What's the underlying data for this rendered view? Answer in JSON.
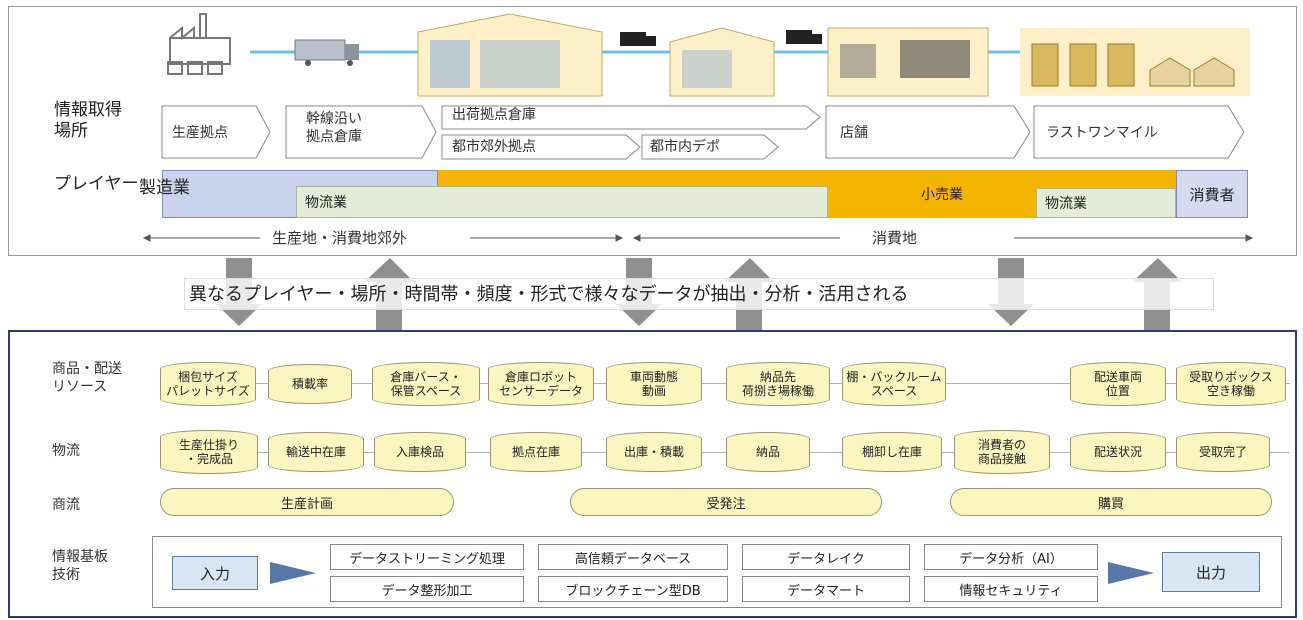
{
  "top": {
    "info_label": [
      "情報取得",
      "場所"
    ],
    "player_label": "プレイヤー",
    "locations": {
      "production": "生産拠点",
      "trunk": [
        "幹線沿い",
        "拠点倉庫"
      ],
      "shipping": "出荷拠点倉庫",
      "suburb": "都市郊外拠点",
      "urban": "都市内デポ",
      "store": "店舗",
      "lastmile": "ラストワンマイル"
    },
    "players": {
      "manufacturing": "製造業",
      "logistics1": "物流業",
      "retail": "小売業",
      "logistics2": "物流業",
      "consumer": "消費者"
    },
    "regions": {
      "production_area": "生産地・消費地郊外",
      "consumption_area": "消費地"
    }
  },
  "middle_caption": "異なるプレイヤー・場所・時間帯・頻度・形式で様々なデータが抽出・分析・活用される",
  "bottom": {
    "row_labels": {
      "goods": [
        "商品・配送",
        "リソース"
      ],
      "logistics": "物流",
      "commerce": "商流",
      "infra": [
        "情報基板",
        "技術"
      ]
    },
    "goods_items": [
      [
        "梱包サイズ",
        "パレットサイズ"
      ],
      [
        "積載率"
      ],
      [
        "倉庫バース・",
        "保管スペース"
      ],
      [
        "倉庫ロボット",
        "センサーデータ"
      ],
      [
        "車両動態",
        "動画"
      ],
      [
        "納品先",
        "荷捌き場稼働"
      ],
      [
        "棚・バックルーム",
        "スペース"
      ],
      [
        "配送車両",
        "位置"
      ],
      [
        "受取りボックス",
        "空き稼働"
      ]
    ],
    "logistics_items": [
      [
        "生産仕掛り",
        "・完成品"
      ],
      [
        "輸送中在庫"
      ],
      [
        "入庫検品"
      ],
      [
        "拠点在庫"
      ],
      [
        "出庫・積載"
      ],
      [
        "納品"
      ],
      [
        "棚卸し在庫"
      ],
      [
        "消費者の",
        "商品接触"
      ],
      [
        "配送状況"
      ],
      [
        "受取完了"
      ]
    ],
    "commerce_items": [
      "生産計画",
      "受発注",
      "購買"
    ],
    "infra": {
      "input": "入力",
      "output": "出力",
      "tech": [
        "データストリーミング処理",
        "データ整形加工",
        "高信頼データベース",
        "ブロックチェーン型DB",
        "データレイク",
        "データマート",
        "データ分析（AI）",
        "情報セキュリティ"
      ]
    }
  }
}
